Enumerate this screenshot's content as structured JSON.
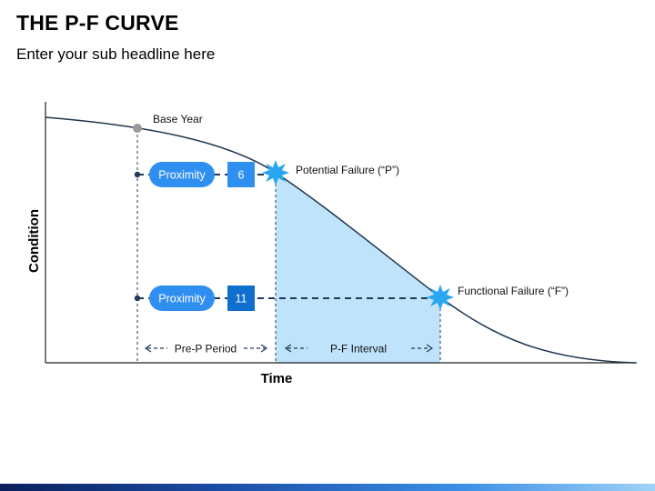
{
  "header": {
    "title": "THE P-F CURVE",
    "subtitle": "Enter your sub headline here"
  },
  "axes": {
    "y_label": "Condition",
    "x_label": "Time"
  },
  "labels": {
    "base_year": "Base Year",
    "potential_failure": "Potential Failure (“P”)",
    "functional_failure": "Functional  Failure (“F”)"
  },
  "proximity_rows": [
    {
      "label": "Proximity",
      "value": "6"
    },
    {
      "label": "Proximity",
      "value": "11"
    }
  ],
  "intervals": {
    "pre_p": "Pre-P Period",
    "pf": "P-F Interval"
  },
  "colors": {
    "pill": "#2f8ff0",
    "box_light": "#2f8ff0",
    "box_dark": "#0f6fcf",
    "shade": "#bfe3fb",
    "burst": "#2aa6f0",
    "dash": "#1f3a5c",
    "curve": "#1f3550",
    "base_dot": "#9a9a9a"
  }
}
